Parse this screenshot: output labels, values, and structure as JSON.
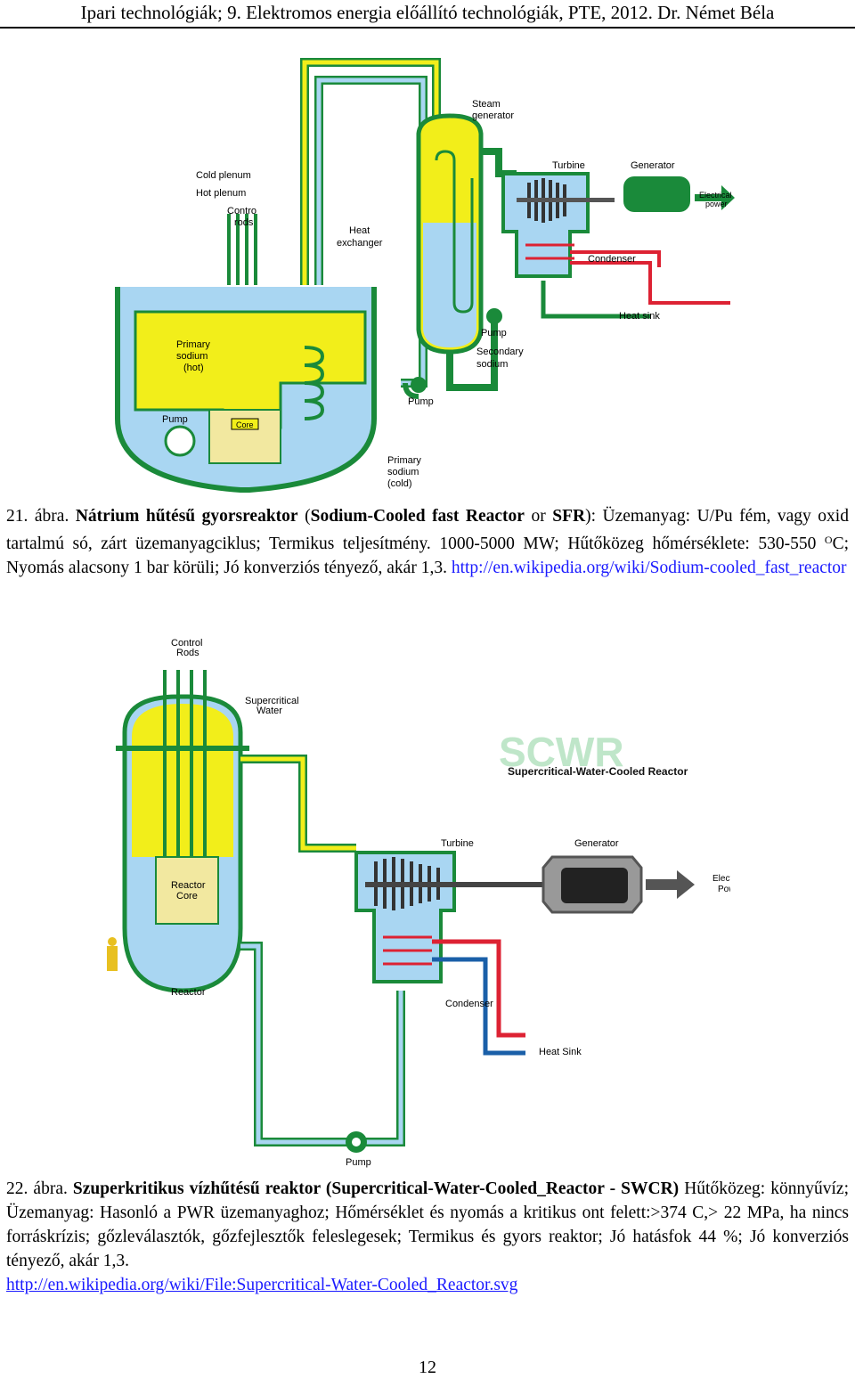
{
  "header": {
    "title": "Ipari technológiák; 9. Elektromos energia előállító technológiák, PTE, 2012. Dr. Német Béla"
  },
  "figure1": {
    "labels": {
      "cold_plenum": "Cold plenum",
      "hot_plenum": "Hot plenum",
      "control_rods_1": "Contro",
      "control_rods_2": "rods",
      "heat_exchanger_1": "Heat",
      "heat_exchanger_2": "exchanger",
      "steam_generator_1": "Steam",
      "steam_generator_2": "generator",
      "turbine": "Turbine",
      "generator": "Generator",
      "electrical_power_1": "Electrical",
      "electrical_power_2": "power",
      "condenser": "Condenser",
      "heat_sink": "Heat sink",
      "pump_secondary": "Pump",
      "secondary_sodium_1": "Secondary",
      "secondary_sodium_2": "sodium",
      "pump_mid": "Pump",
      "primary_hot_1": "Primary",
      "primary_hot_2": "sodium",
      "primary_hot_3": "(hot)",
      "pump_primary": "Pump",
      "core": "Core",
      "primary_cold_1": "Primary",
      "primary_cold_2": "sodium",
      "primary_cold_3": "(cold)"
    }
  },
  "caption1": {
    "prefix": "21. ábra. ",
    "title_bold": "Nátrium hűtésű gyorsreaktor",
    "paren_open": " (",
    "en_bold": "Sodium-Cooled fast Reactor",
    "or": " or ",
    "abbr_bold": "SFR",
    "rest1": "): Üzemanyag: U/Pu fém, vagy oxid tartalmú só, zárt üzemanyagciklus; Termikus teljesítmény. 1000-5000 MW; Hűtőközeg hőmérséklete: 530-550 ",
    "sup": "O",
    "rest2": "C; Nyomás alacsony 1 bar körüli; Jó konverziós tényező, akár 1,3. ",
    "link": "http://en.wikipedia.org/wiki/Sodium-cooled_fast_reactor"
  },
  "figure2": {
    "labels": {
      "control_rods_1": "Control",
      "control_rods_2": "Rods",
      "supercritical_1": "Supercritical",
      "supercritical_2": "Water",
      "logo": "SCWR",
      "logo_sub": "Supercritical-Water-Cooled Reactor",
      "turbine": "Turbine",
      "generator": "Generator",
      "electrical_1": "Electrical",
      "electrical_2": "Power",
      "reactor_core_1": "Reactor",
      "reactor_core_2": "Core",
      "reactor": "Reactor",
      "condenser": "Condenser",
      "heat_sink": "Heat Sink",
      "pump": "Pump"
    }
  },
  "caption2": {
    "prefix": "22. ábra. ",
    "title_bold": "Szuperkritikus vízhűtésű reaktor",
    "paren_bold": " (Supercritical-Water-Cooled_Reactor - SWCR)",
    "rest": " Hűtőközeg: könnyűvíz; Üzemanyag: Hasonló a PWR üzemanyaghoz; Hőmérséklet és nyomás a kritikus ont felett:>374 C,> 22 MPa, ha nincs forráskrízis; gőzleválasztók, gőzfejlesztők feleslegesek; Termikus és gyors reaktor; Jó hatásfok 44 %; Jó konverziós tényező, akár 1,3.",
    "link": "http://en.wikipedia.org/wiki/File:Supercritical-Water-Cooled_Reactor.svg"
  },
  "page_number": "12"
}
